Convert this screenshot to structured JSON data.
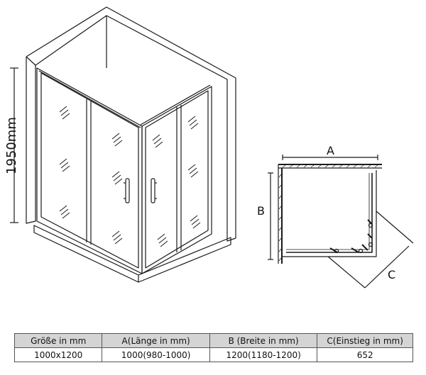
{
  "drawing": {
    "height_label": "1950mm",
    "label_a": "A",
    "label_b": "B",
    "label_c": "C"
  },
  "table": {
    "headers": [
      "Größe in mm",
      "A(Länge in mm)",
      "B (Breite in mm)",
      "C(Einstieg in mm)"
    ],
    "rows": [
      [
        "1000x1200",
        "1000(980-1000)",
        "1200(1180-1200)",
        "652"
      ]
    ]
  }
}
